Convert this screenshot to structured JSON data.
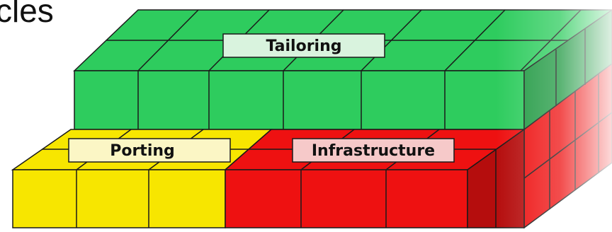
{
  "header": {
    "title_fragment": "cles"
  },
  "diagram": {
    "blocks": [
      {
        "id": "tailoring",
        "label": "Tailoring",
        "color": "#2ecc5e",
        "dark": "#229a44",
        "label_bg": "#d9f3de"
      },
      {
        "id": "porting",
        "label": "Porting",
        "color": "#f7e600",
        "dark": "#c9b800",
        "label_bg": "#fbf6c5"
      },
      {
        "id": "infrastructure",
        "label": "Infrastructure",
        "color": "#ee1111",
        "dark": "#b50d0d",
        "label_bg": "#f6c9c9"
      }
    ],
    "colors": {
      "grid_line": "#1a1a1a",
      "background": "#ffffff"
    }
  }
}
